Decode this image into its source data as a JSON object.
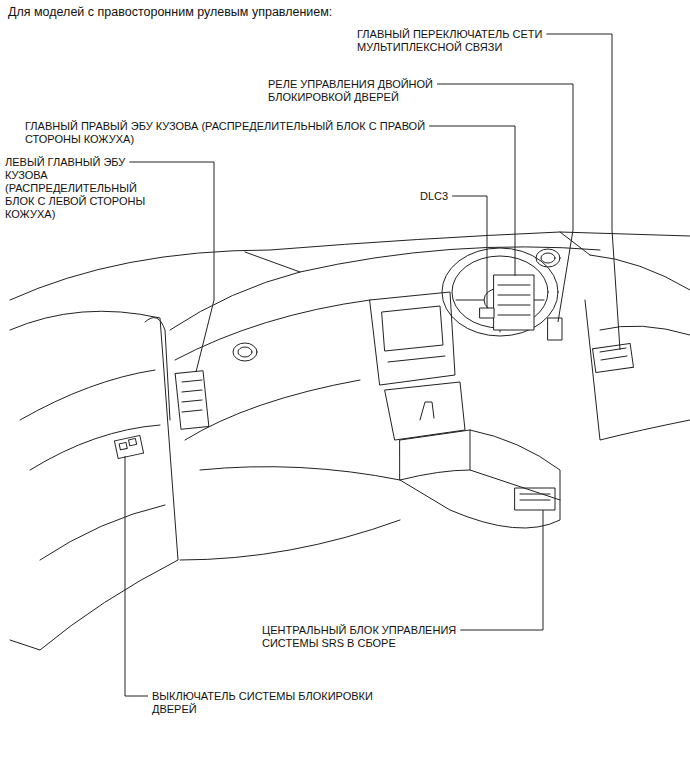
{
  "diagram": {
    "title": "Для моделей с правосторонним рулевым управлением:",
    "labels": [
      "ГЛАВНЫЙ ПЕРЕКЛЮЧАТЕЛЬ СЕТИ МУЛЬТИПЛЕКСНОЙ СВЯЗИ",
      "РЕЛЕ УПРАВЛЕНИЯ ДВОЙНОЙ БЛОКИРОВКОЙ ДВЕРЕЙ",
      "ГЛАВНЫЙ ПРАВЫЙ ЭБУ КУЗОВА (РАСПРЕДЕЛИТЕЛЬНЫЙ БЛОК С ПРАВОЙ СТОРОНЫ КОЖУХА)",
      "ЛЕВЫЙ ГЛАВНЫЙ ЭБУ КУЗОВА (РАСПРЕДЕЛИТЕЛЬНЫЙ БЛОК С ЛЕВОЙ СТОРОНЫ КОЖУХА)",
      "DLC3",
      "ЦЕНТРАЛЬНЫЙ БЛОК УПРАВЛЕНИЯ СИСТЕМЫ SRS В СБОРЕ",
      "ВЫКЛЮЧАТЕЛЬ СИСТЕМЫ БЛОКИРОВКИ ДВЕРЕЙ"
    ]
  }
}
